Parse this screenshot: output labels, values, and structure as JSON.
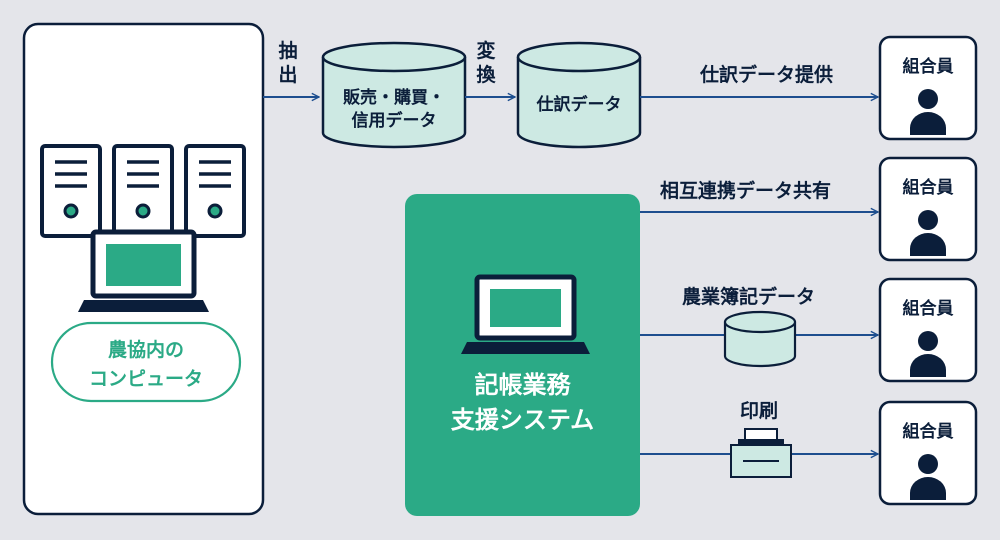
{
  "local_computer": {
    "label_line1": "農協内の",
    "label_line2": "コンピュータ"
  },
  "flows": {
    "extract_label": "抽出",
    "convert_label": "変換",
    "journal_provide_label": "仕訳データ提供",
    "mutual_share_label": "相互連携データ共有",
    "agri_bookkeeping_label": "農業簿記データ",
    "print_label": "印刷"
  },
  "databases": {
    "sales_line1": "販売・購買・",
    "sales_line2": "信用データ",
    "journal": "仕訳データ"
  },
  "system": {
    "line1": "記帳業務",
    "line2": "支援システム"
  },
  "members": [
    {
      "label": "組合員"
    },
    {
      "label": "組合員"
    },
    {
      "label": "組合員"
    },
    {
      "label": "組合員"
    }
  ],
  "colors": {
    "navy": "#0b1e3a",
    "green": "#2baa86",
    "light_teal": "#cde9e3",
    "arrow_blue": "#1d4e8f",
    "background": "#e4e5ea"
  }
}
